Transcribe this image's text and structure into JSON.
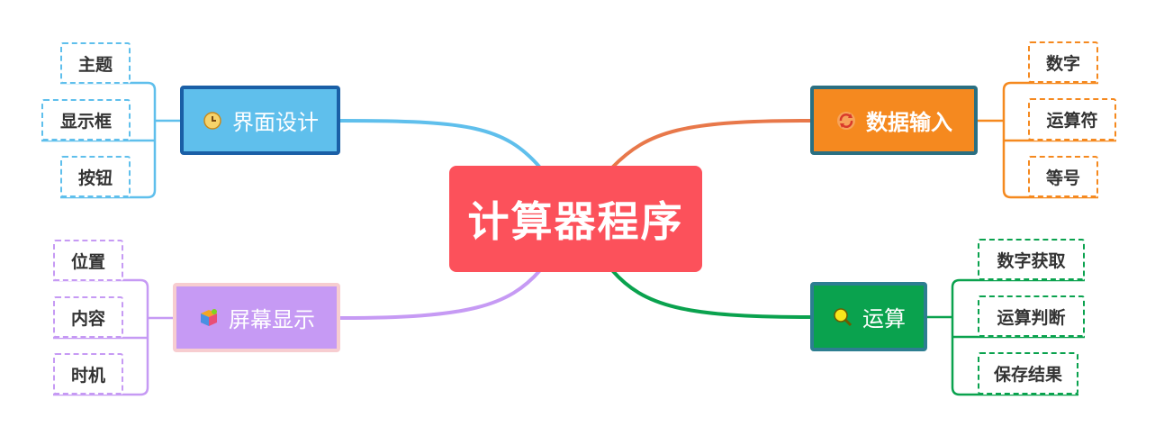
{
  "central": {
    "label": "计算器程序"
  },
  "branches": {
    "ui_design": {
      "label": "界面设计",
      "icon": "clock-icon",
      "color": "#5fbfec",
      "children": [
        "主题",
        "显示框",
        "按钮"
      ]
    },
    "data_input": {
      "label": "数据输入",
      "icon": "refresh-icon",
      "color": "#f5891f",
      "children": [
        "数字",
        "运算符",
        "等号"
      ]
    },
    "screen_display": {
      "label": "屏幕显示",
      "icon": "cube-icon",
      "color": "#c69af4",
      "children": [
        "位置",
        "内容",
        "时机"
      ]
    },
    "calculation": {
      "label": "运算",
      "icon": "magnifier-icon",
      "color": "#0aa24e",
      "children": [
        "数字获取",
        "运算判断",
        "保存结果"
      ]
    }
  }
}
